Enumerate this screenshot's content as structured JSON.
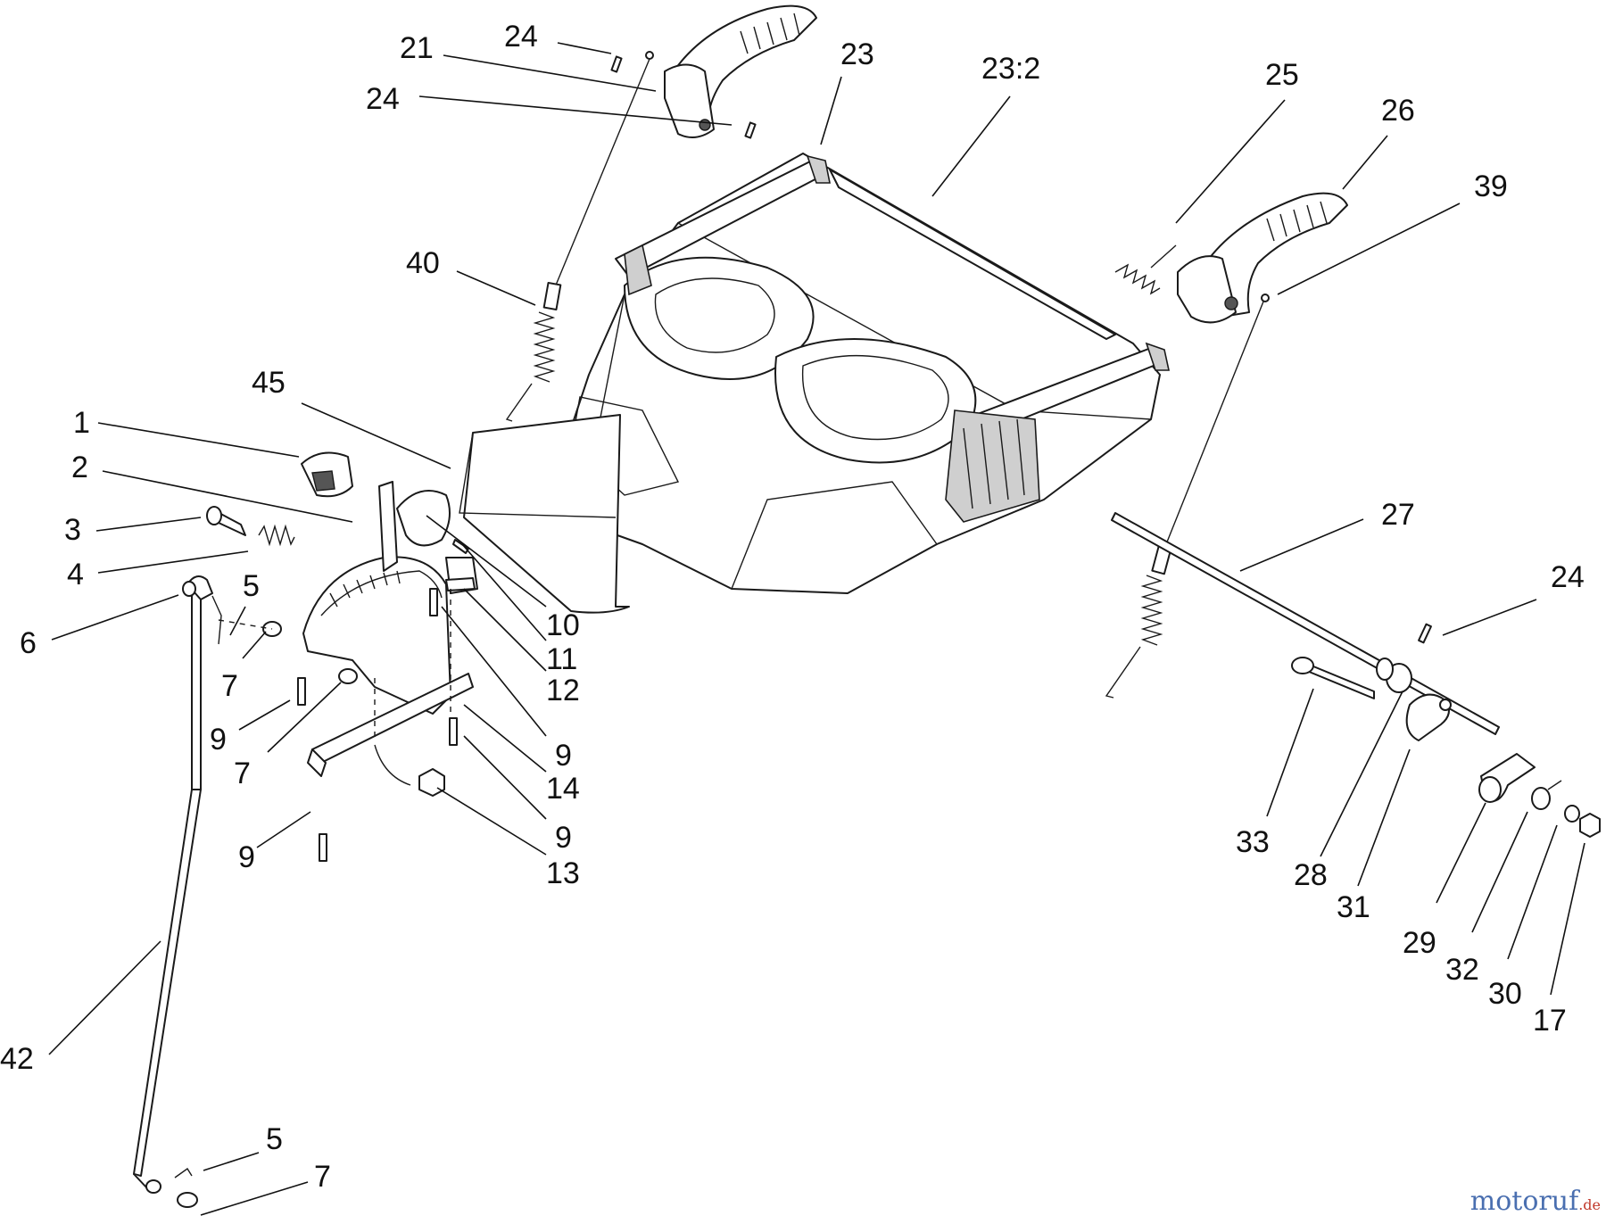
{
  "labels": [
    {
      "id": "l24a",
      "text": "24"
    },
    {
      "id": "l21",
      "text": "21"
    },
    {
      "id": "l24b",
      "text": "24"
    },
    {
      "id": "l23",
      "text": "23"
    },
    {
      "id": "l232",
      "text": "23:2"
    },
    {
      "id": "l25",
      "text": "25"
    },
    {
      "id": "l26",
      "text": "26"
    },
    {
      "id": "l39",
      "text": "39"
    },
    {
      "id": "l40",
      "text": "40"
    },
    {
      "id": "l45",
      "text": "45"
    },
    {
      "id": "l1",
      "text": "1"
    },
    {
      "id": "l2",
      "text": "2"
    },
    {
      "id": "l3",
      "text": "3"
    },
    {
      "id": "l4",
      "text": "4"
    },
    {
      "id": "l5a",
      "text": "5"
    },
    {
      "id": "l6",
      "text": "6"
    },
    {
      "id": "l7a",
      "text": "7"
    },
    {
      "id": "l9a",
      "text": "9"
    },
    {
      "id": "l7b",
      "text": "7"
    },
    {
      "id": "l9b",
      "text": "9"
    },
    {
      "id": "l10",
      "text": "10"
    },
    {
      "id": "l11",
      "text": "11"
    },
    {
      "id": "l12",
      "text": "12"
    },
    {
      "id": "l9c",
      "text": "9"
    },
    {
      "id": "l14",
      "text": "14"
    },
    {
      "id": "l9d",
      "text": "9"
    },
    {
      "id": "l13",
      "text": "13"
    },
    {
      "id": "l27",
      "text": "27"
    },
    {
      "id": "l24c",
      "text": "24"
    },
    {
      "id": "l33",
      "text": "33"
    },
    {
      "id": "l28",
      "text": "28"
    },
    {
      "id": "l31",
      "text": "31"
    },
    {
      "id": "l29",
      "text": "29"
    },
    {
      "id": "l32",
      "text": "32"
    },
    {
      "id": "l30",
      "text": "30"
    },
    {
      "id": "l17",
      "text": "17"
    },
    {
      "id": "l42",
      "text": "42"
    },
    {
      "id": "l5b",
      "text": "5"
    },
    {
      "id": "l7c",
      "text": "7"
    }
  ],
  "watermark": {
    "main": "motoruf",
    "tld": ".de"
  }
}
